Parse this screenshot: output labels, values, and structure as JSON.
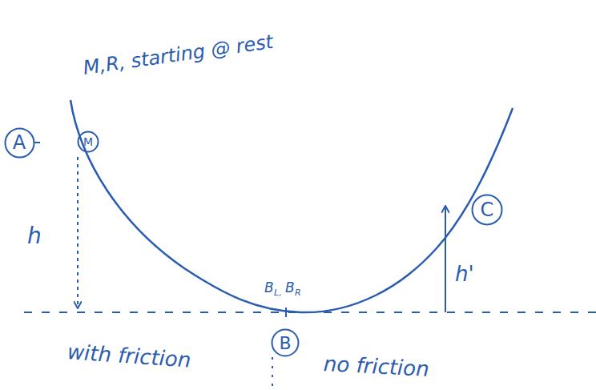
{
  "diagram": {
    "nodes": [
      {
        "text": [
          "A"
        ]
      },
      {
        "text": [
          "M"
        ]
      },
      {
        "text": [
          "C"
        ]
      },
      {
        "text": [
          "B"
        ]
      }
    ],
    "labels": [
      "M,R, starting @ rest",
      "h",
      "h'",
      "B",
      "L,",
      "B",
      "R",
      "with friction",
      "no friction"
    ]
  }
}
